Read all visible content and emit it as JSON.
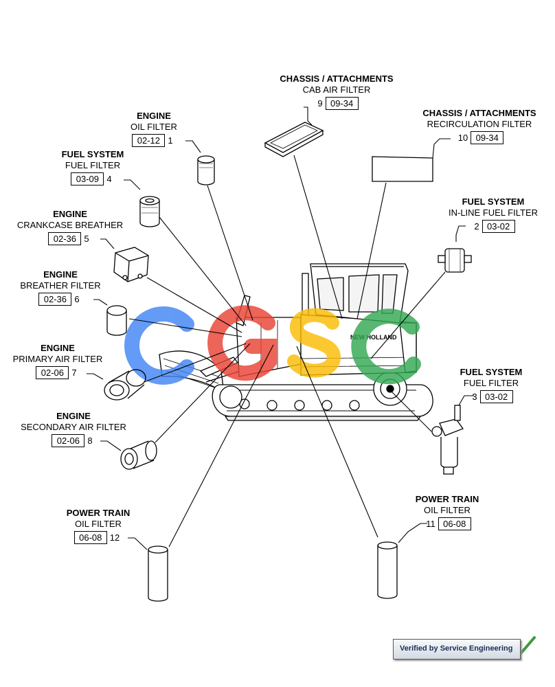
{
  "callouts": [
    {
      "id": "9",
      "system": "CHASSIS / ATTACHMENTS",
      "component": "CAB AIR FILTER",
      "ref": "09-34"
    },
    {
      "id": "10",
      "system": "CHASSIS / ATTACHMENTS",
      "component": "RECIRCULATION FILTER",
      "ref": "09-34"
    },
    {
      "id": "1",
      "system": "ENGINE",
      "component": "OIL FILTER",
      "ref": "02-12"
    },
    {
      "id": "4",
      "system": "FUEL SYSTEM",
      "component": "FUEL FILTER",
      "ref": "03-09"
    },
    {
      "id": "2",
      "system": "FUEL SYSTEM",
      "component": "IN-LINE FUEL FILTER",
      "ref": "03-02"
    },
    {
      "id": "5",
      "system": "ENGINE",
      "component": "CRANKCASE BREATHER",
      "ref": "02-36"
    },
    {
      "id": "6",
      "system": "ENGINE",
      "component": "BREATHER FILTER",
      "ref": "02-36"
    },
    {
      "id": "7",
      "system": "ENGINE",
      "component": "PRIMARY AIR FILTER",
      "ref": "02-06"
    },
    {
      "id": "3",
      "system": "FUEL SYSTEM",
      "component": "FUEL FILTER",
      "ref": "03-02"
    },
    {
      "id": "8",
      "system": "ENGINE",
      "component": "SECONDARY AIR FILTER",
      "ref": "02-06"
    },
    {
      "id": "12",
      "system": "POWER TRAIN",
      "component": "OIL FILTER",
      "ref": "06-08"
    },
    {
      "id": "11",
      "system": "POWER TRAIN",
      "component": "OIL FILTER",
      "ref": "06-08"
    }
  ],
  "machine": {
    "brand_text": "NEW HOLLAND"
  },
  "watermark": {
    "letters": "GSC",
    "colors": [
      "#4285f4",
      "#ea4335",
      "#fbbc05",
      "#34a853"
    ]
  },
  "badge": {
    "text": "Verified by Service Engineering",
    "check_color": "#3a9a3a"
  }
}
